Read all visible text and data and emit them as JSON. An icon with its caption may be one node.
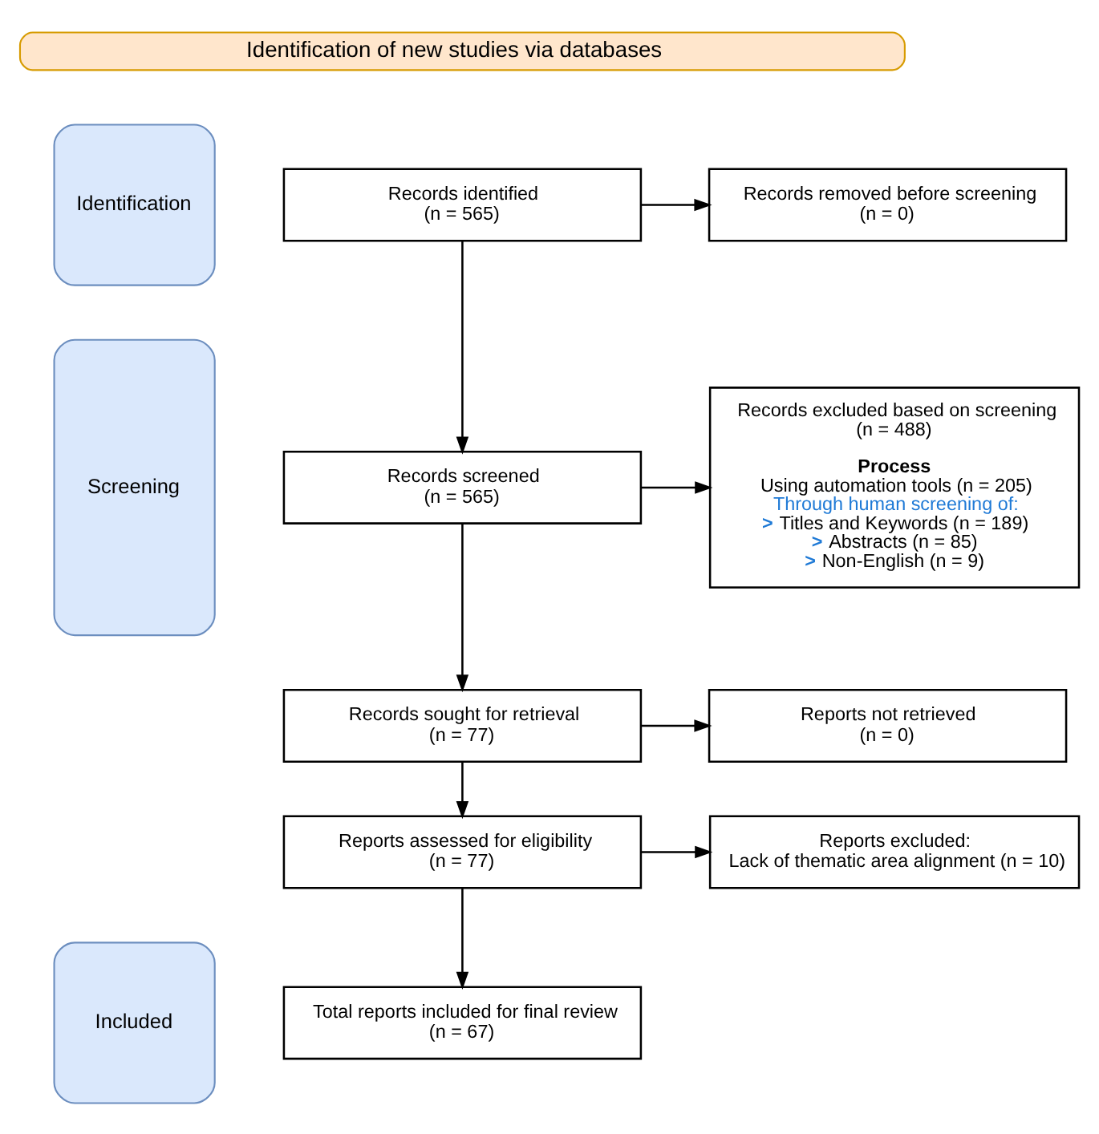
{
  "diagram": {
    "nodes": [
      {
        "text": [
          "Identification of new studies via databases"
        ]
      },
      {
        "text": [
          "Identification"
        ]
      },
      {
        "text": [
          "Records identified (n = 565)"
        ]
      },
      {
        "text": [
          "Records removed before screening (n = 0)"
        ]
      },
      {
        "text": [
          "Screening"
        ]
      },
      {
        "text": [
          "Records screened (n = 565)"
        ]
      },
      {
        "text": [
          "Records excluded based on screening (n = 488)",
          "Process",
          "Using automation tools (n = 205)",
          "Through human screening of:",
          "> Titles and Keywords (n = 189)",
          "> Abstracts (n = 85)",
          "> Non-English (n = 9)"
        ]
      },
      {
        "text": [
          "Records sought for retrieval (n = 77)"
        ]
      },
      {
        "text": [
          "Reports not retrieved (n = 0)"
        ]
      },
      {
        "text": [
          "Reports assessed for eligibility (n = 77)"
        ]
      },
      {
        "text": [
          "Reports excluded:",
          "Lack of thematic area alignment (n = 10)"
        ]
      },
      {
        "text": [
          "Included"
        ]
      },
      {
        "text": [
          "Total reports included for final review (n = 67)"
        ]
      }
    ],
    "edges": [
      {
        "from": 2,
        "to": 3,
        "arrow": "to"
      },
      {
        "from": 2,
        "to": 5,
        "arrow": "to"
      },
      {
        "from": 5,
        "to": 6,
        "arrow": "to"
      },
      {
        "from": 5,
        "to": 7,
        "arrow": "to"
      },
      {
        "from": 7,
        "to": 8,
        "arrow": "to"
      },
      {
        "from": 7,
        "to": 9,
        "arrow": "to"
      },
      {
        "from": 9,
        "to": 10,
        "arrow": "to"
      },
      {
        "from": 9,
        "to": 12,
        "arrow": "to"
      }
    ]
  }
}
